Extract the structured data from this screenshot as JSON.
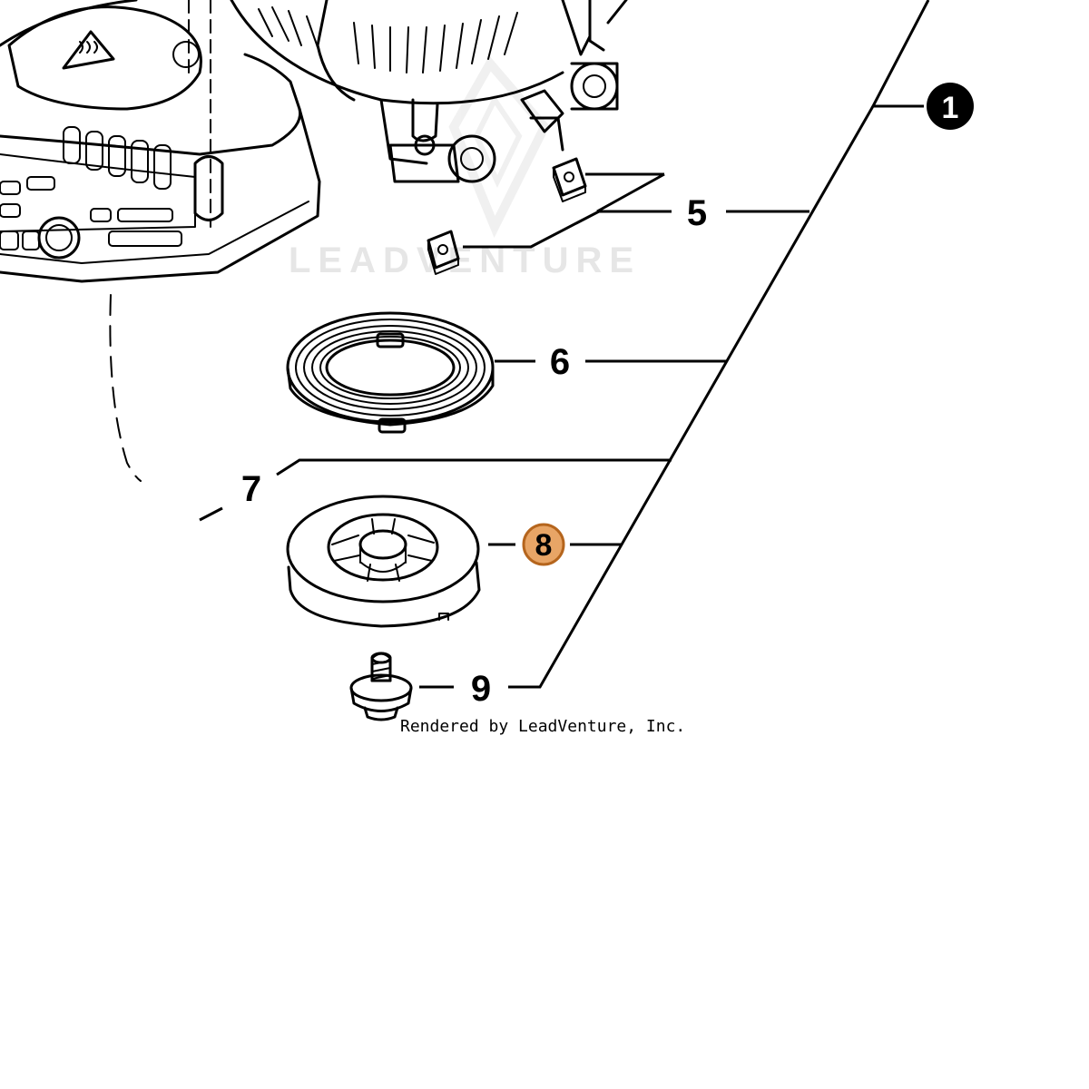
{
  "watermark": {
    "text": "LEADVENTURE"
  },
  "credit": {
    "text": "Rendered by LeadVenture, Inc."
  },
  "callouts": {
    "assembly": {
      "label": "1",
      "style": "filled-black-circle"
    },
    "nuts": {
      "label": "5"
    },
    "spring": {
      "label": "6"
    },
    "rope": {
      "label": "7"
    },
    "pulley": {
      "label": "8",
      "style": "highlighted-circle",
      "color": "#e8a566",
      "ring_color": "#b5651d"
    },
    "screw": {
      "label": "9"
    }
  },
  "colors": {
    "line": "#000000",
    "background": "#ffffff",
    "highlight_fill": "#e8a566",
    "highlight_ring": "#b5651d",
    "watermark": "#e6e6e6"
  }
}
